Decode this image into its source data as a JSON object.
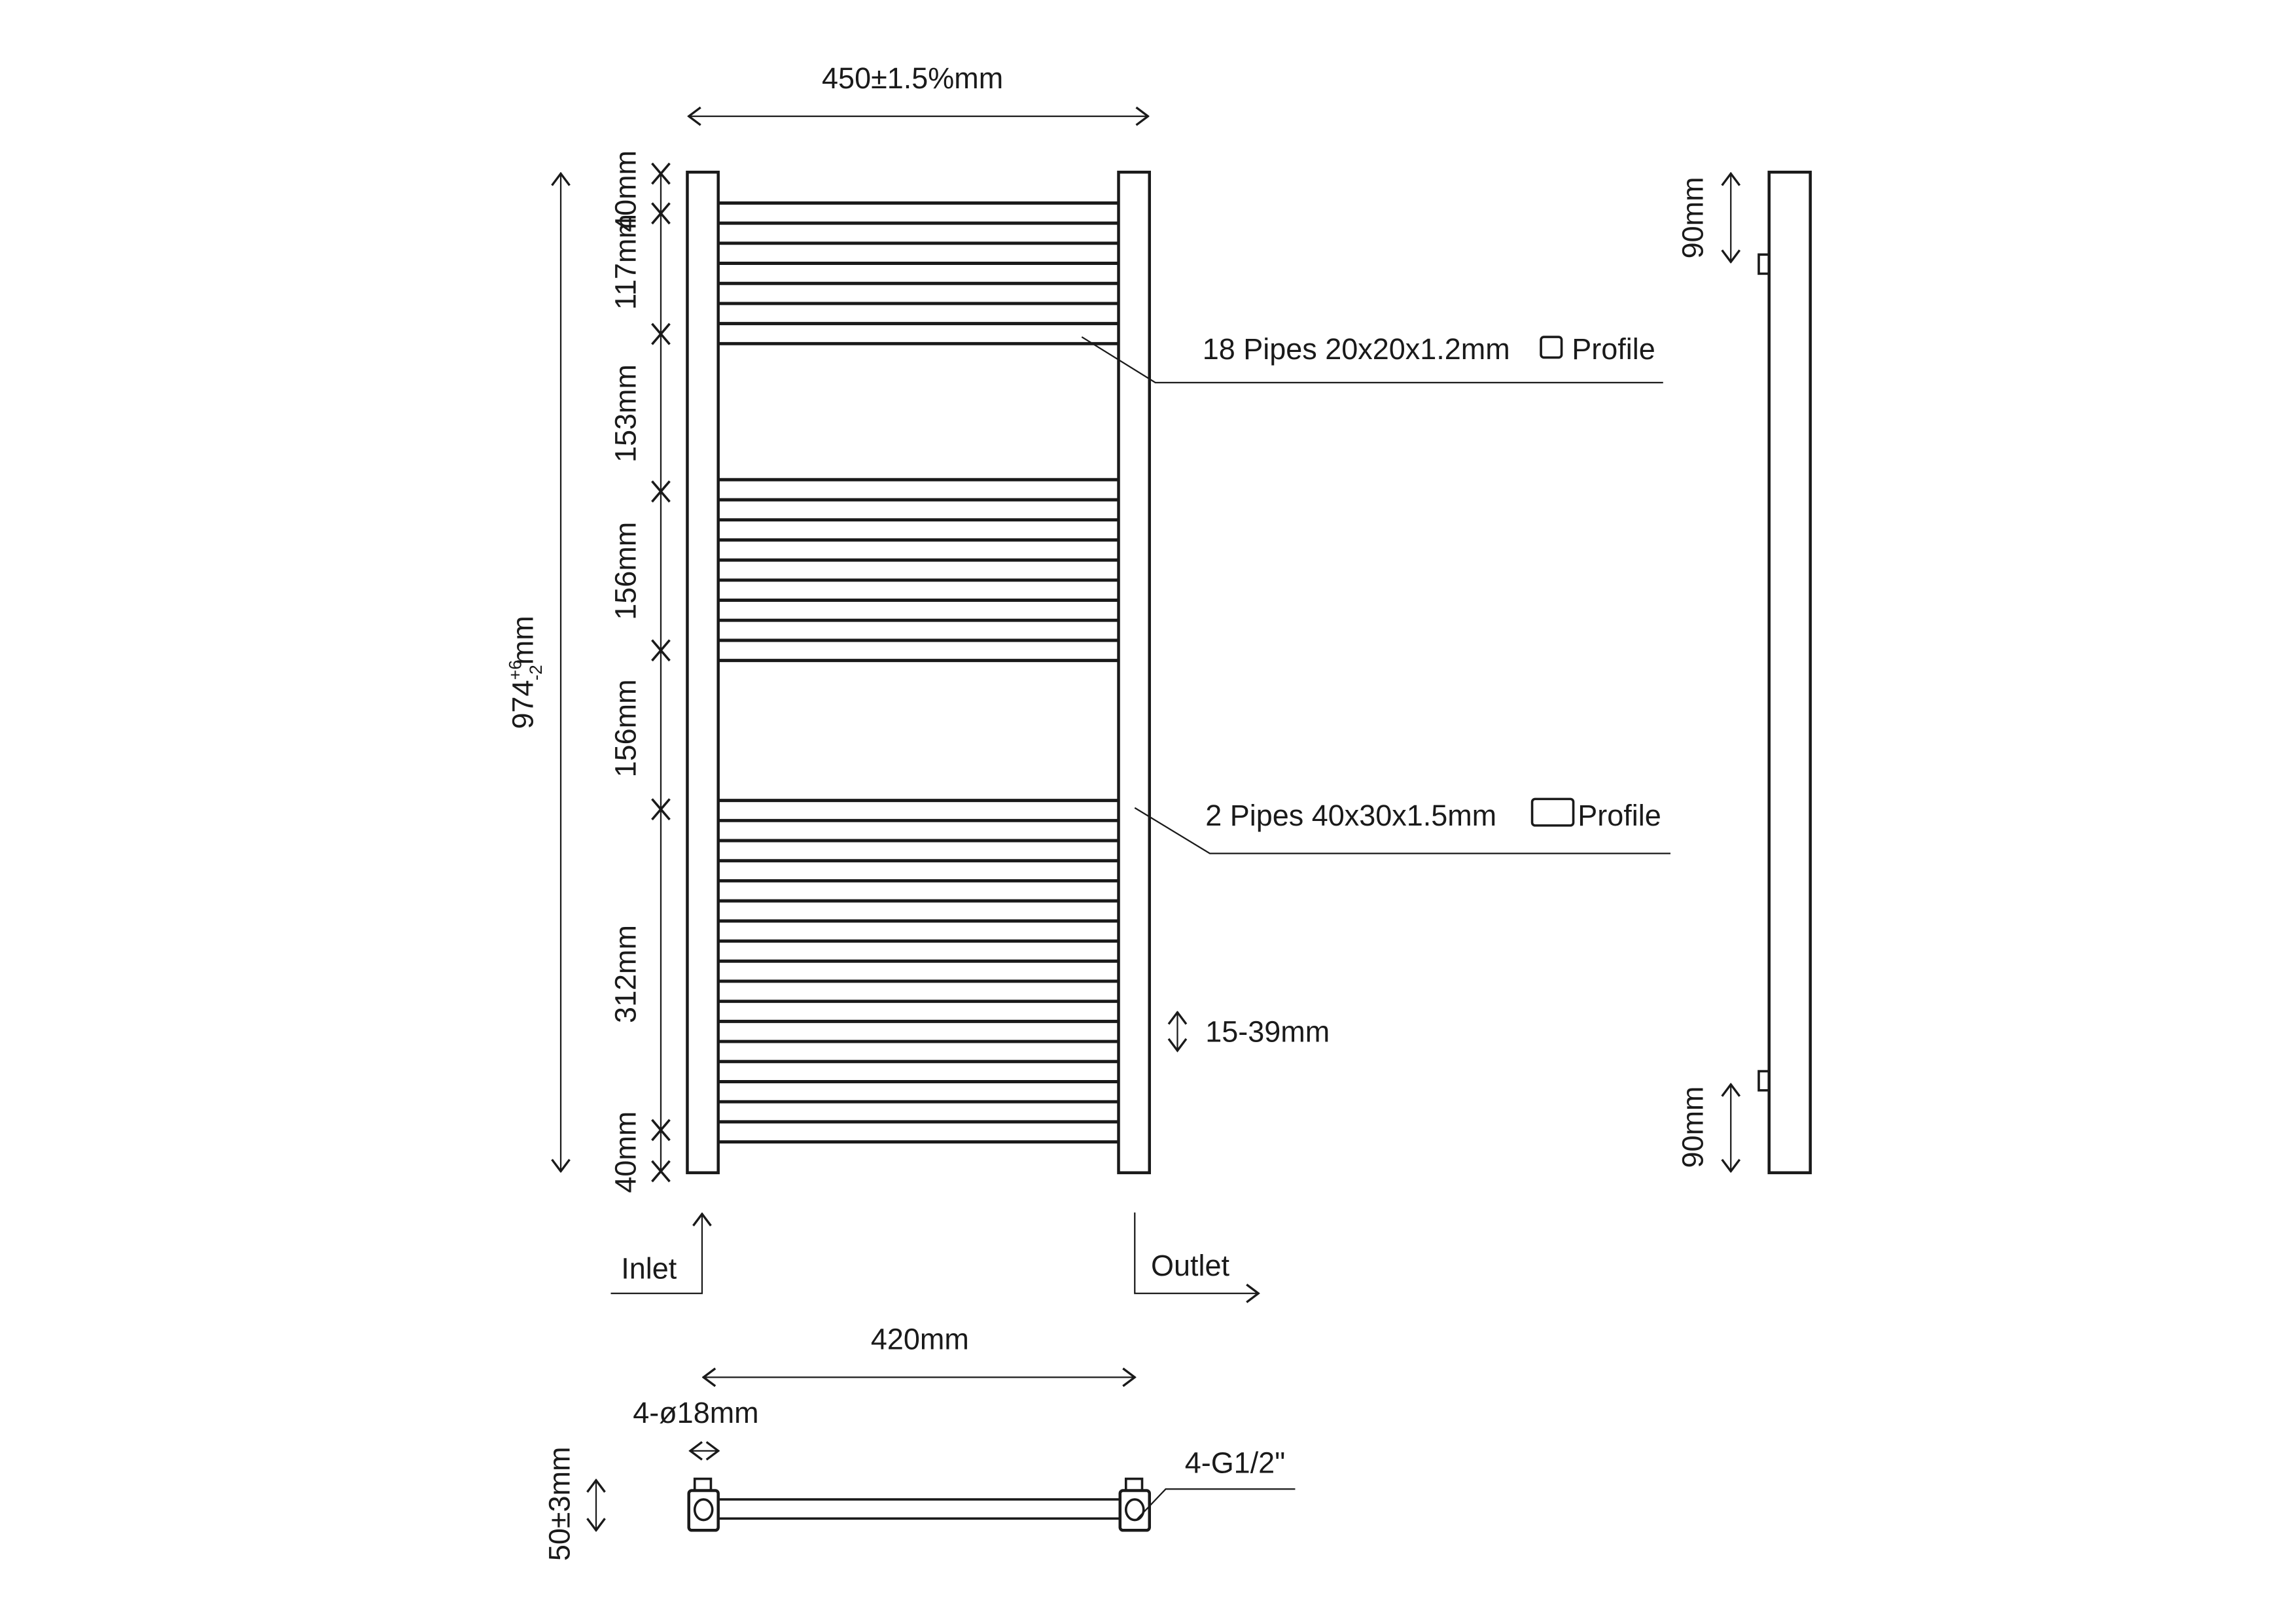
{
  "dimensions": {
    "width_top": "450±1.5%mm",
    "height_total_base": "974",
    "height_total_tol_plus": "+6",
    "height_total_tol_minus": "-2",
    "height_total_unit": "mm",
    "seg_top": "40mm",
    "seg_1": "117mm",
    "seg_2": "153mm",
    "seg_3": "156mm",
    "seg_4": "156mm",
    "seg_5": "312mm",
    "seg_bottom": "40mm",
    "side_top": "90mm",
    "side_bottom": "90mm",
    "pipe_gap": "15-39mm",
    "centres": "420mm",
    "hole_dia": "4-ø18mm",
    "depth": "50±3mm",
    "thread": "4-G1/2\""
  },
  "callouts": {
    "pipes_small_a": "18 Pipes 20x20x1.2mm",
    "pipes_small_b": "Profile",
    "pipes_large_a": "2 Pipes 40x30x1.5mm",
    "pipes_large_b": "Profile"
  },
  "ports": {
    "inlet": "Inlet",
    "outlet": "Outlet"
  }
}
